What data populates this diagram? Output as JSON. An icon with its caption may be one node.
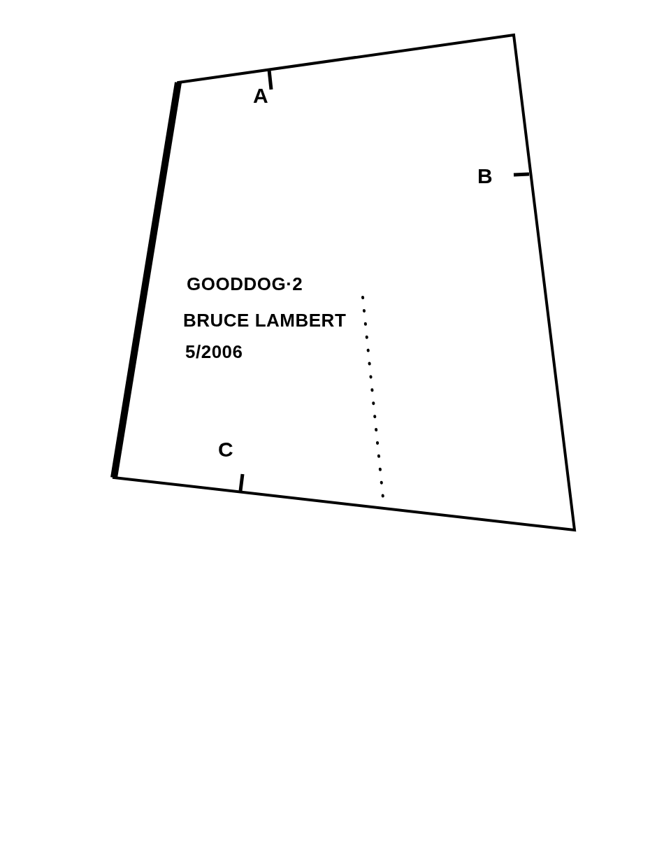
{
  "diagram": {
    "nodes": [
      {
        "text": [
          "GOODDOG·2",
          "BRUCE LAMBERT",
          "5/2006"
        ]
      }
    ],
    "edges": [],
    "labels": [
      "A",
      "B",
      "C"
    ]
  }
}
